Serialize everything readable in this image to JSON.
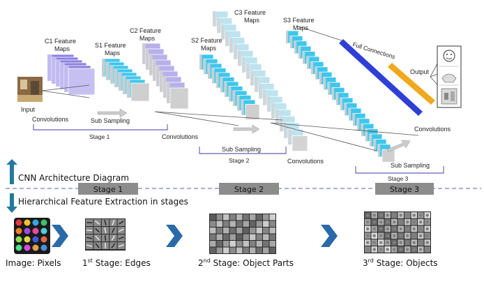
{
  "arch": {
    "input": "Input",
    "c1": [
      "C1 Feature",
      "Maps"
    ],
    "s1": [
      "S1 Feature",
      "Maps"
    ],
    "c2": [
      "C2 Feature",
      "Maps"
    ],
    "s2": [
      "S2 Feature",
      "Maps"
    ],
    "c3": [
      "C3 Feature",
      "Maps"
    ],
    "s3": [
      "S3 Feature",
      "Maps"
    ],
    "full_connections": "Full Connections",
    "output": "Output",
    "convolutions": "Convolutions",
    "sub_sampling": "Sub Sampling",
    "stage1": "Stage 1",
    "stage2": "Stage 2",
    "stage3": "Stage 3"
  },
  "legend": {
    "up": "CNN Architecture Diagram",
    "down": "Hierarchical Feature Extraction in stages"
  },
  "stage_boxes": [
    "Stage 1",
    "Stage 2",
    "Stage 3"
  ],
  "bottom": {
    "pixels": "Image: Pixels",
    "edges_num": "1",
    "edges_sup": "st",
    "edges_rest": " Stage:  Edges",
    "parts_num": "2",
    "parts_sup": "nd",
    "parts_rest": " Stage: Object Parts",
    "objects_num": "3",
    "objects_sup": "rd",
    "objects_rest": " Stage: Objects"
  },
  "colors": {
    "purple": "#8c80e0",
    "cyan": "#3fc6ec",
    "gray": "#c9c9c9",
    "blue_bar": "#2f3fd6",
    "orange_bar": "#f2a81c",
    "arrow_blue": "#2a6aa8",
    "stage_box": "#8c8c8c",
    "dash": "#7b7fc0"
  },
  "icons": [
    "up-arrow-icon",
    "down-arrow-icon",
    "chevron-right-icon"
  ]
}
